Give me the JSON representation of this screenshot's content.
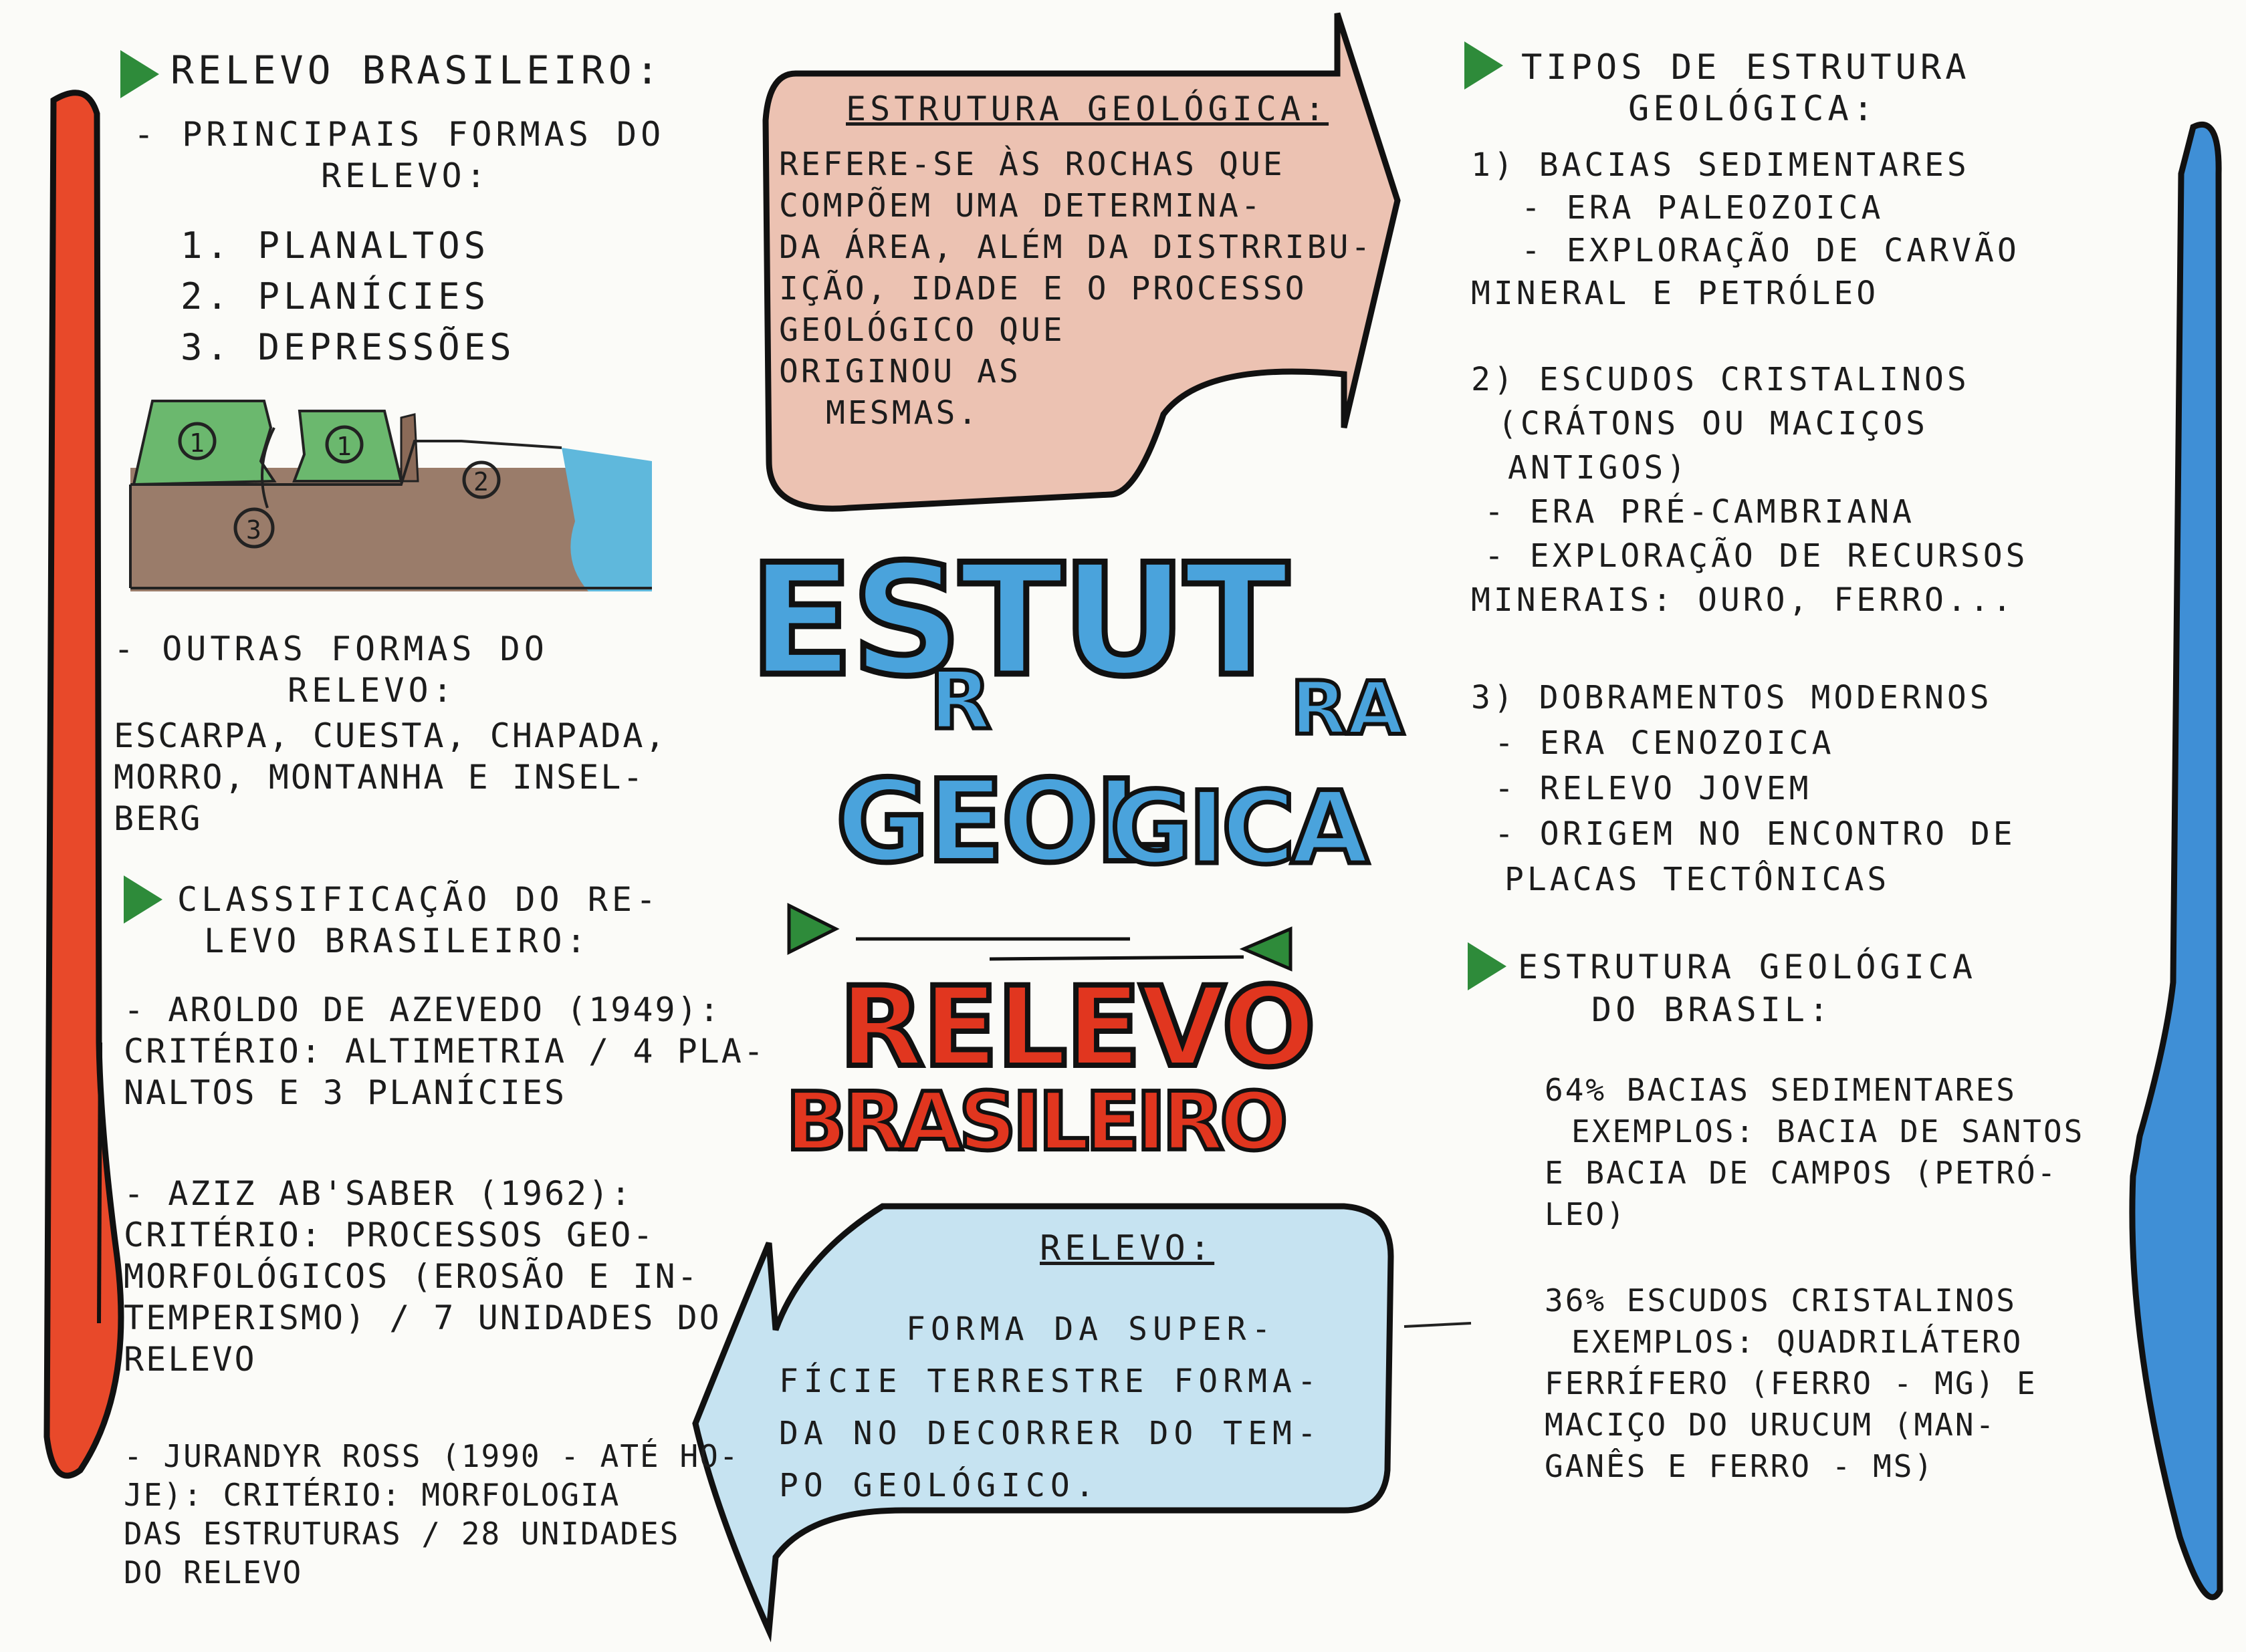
{
  "left": {
    "heading_relevo": "RELEVO BRASILEIRO:",
    "principais_title": [
      "- PRINCIPAIS FORMAS DO",
      "RELEVO:"
    ],
    "principais_items": [
      "1. PLANALTOS",
      "2. PLANÍCIES",
      "3. DEPRESSÕES"
    ],
    "diagram_labels": [
      "1",
      "1",
      "2",
      "3"
    ],
    "outras_title": [
      "- OUTRAS FORMAS DO",
      "RELEVO:"
    ],
    "outras_lines": [
      "ESCARPA, CUESTA, CHAPADA,",
      "MORRO, MONTANHA E INSEL-",
      "BERG"
    ],
    "classificacao_heading": [
      "CLASSIFICAÇÃO DO RE-",
      "LEVO BRASILEIRO:"
    ],
    "aroldo_lines": [
      "- AROLDO DE AZEVEDO (1949):",
      "CRITÉRIO: ALTIMETRIA / 4 PLA-",
      "NALTOS E 3 PLANÍCIES"
    ],
    "aziz_lines": [
      "- AZIZ AB'SABER (1962):",
      "CRITÉRIO: PROCESSOS GEO-",
      "MORFOLÓGICOS (EROSÃO E IN-",
      "TEMPERISMO) / 7 UNIDADES DO",
      "RELEVO"
    ],
    "jurandyr_lines": [
      "- JURANDYR ROSS (1990 - ATÉ HO-",
      "JE): CRITÉRIO: MORFOLOGIA",
      "DAS ESTRUTURAS / 28 UNIDADES",
      "DO RELEVO"
    ]
  },
  "center": {
    "estrutura_box_title": "ESTRUTURA GEOLÓGICA:",
    "estrutura_box_lines": [
      "REFERE-SE ÀS ROCHAS QUE",
      "COMPÕEM UMA DETERMINA-",
      "DA ÁREA, ALÉM DA DISTRRIBU-",
      "IÇÃO, IDADE E O PROCESSO",
      "GEOLÓGICO QUE",
      "ORIGINOU AS",
      "MESMAS."
    ],
    "title_estrutura_1": "ESTUT",
    "title_estrutura_2": "R",
    "title_estrutura_3": "RA",
    "title_geologica_1": "GEOL",
    "title_geologica_2": "GICA",
    "title_relevo": "RELEVO",
    "title_brasileiro": "BRASILEIRO",
    "relevo_box_title": "RELEVO:",
    "relevo_box_lines": [
      "FORMA DA SUPER-",
      "FÍCIE TERRESTRE FORMA-",
      "DA NO DECORRER DO TEM-",
      "PO GEOLÓGICO."
    ]
  },
  "right": {
    "tipos_heading": [
      "TIPOS DE ESTRUTURA",
      "GEOLÓGICA:"
    ],
    "bacias_lines": [
      "1) BACIAS SEDIMENTARES",
      "- ERA PALEOZOICA",
      "- EXPLORAÇÃO DE CARVÃO",
      "MINERAL E PETRÓLEO"
    ],
    "escudos_lines": [
      "2) ESCUDOS CRISTALINOS",
      "(CRÁTONS OU MACIÇOS",
      "ANTIGOS)",
      "- ERA PRÉ-CAMBRIANA",
      "- EXPLORAÇÃO DE RECURSOS",
      "MINERAIS: OURO, FERRO..."
    ],
    "dobramentos_lines": [
      "3) DOBRAMENTOS MODERNOS",
      "- ERA CENOZOICA",
      "- RELEVO JOVEM",
      "- ORIGEM NO ENCONTRO DE",
      "PLACAS TECTÔNICAS"
    ],
    "brasil_heading": [
      "ESTRUTURA GEOLÓGICA",
      "DO BRASIL:"
    ],
    "p64_lines": [
      "64% BACIAS SEDIMENTARES",
      "EXEMPLOS: BACIA DE SANTOS",
      "E BACIA DE CAMPOS (PETRÓ-",
      "LEO)"
    ],
    "p36_lines": [
      "36% ESCUDOS CRISTALINOS",
      "EXEMPLOS: QUADRILÁTERO",
      "FERRÍFERO (FERRO - MG) E",
      "MACIÇO DO URUCUM (MAN-",
      "GANÊS E FERRO - MS)"
    ]
  },
  "colors": {
    "red_bar": "#e8492a",
    "blue_bar": "#3f8fd6",
    "green_marker": "#2e8b3a",
    "pink_box": "#ecc2b2",
    "blue_box": "#c6e3f1",
    "title_blue": "#4aa3dc",
    "title_red": "#e1361f",
    "plateau_green": "#6bb86e",
    "earth_brown": "#9a7c6a",
    "water_blue": "#5fb8dc"
  }
}
